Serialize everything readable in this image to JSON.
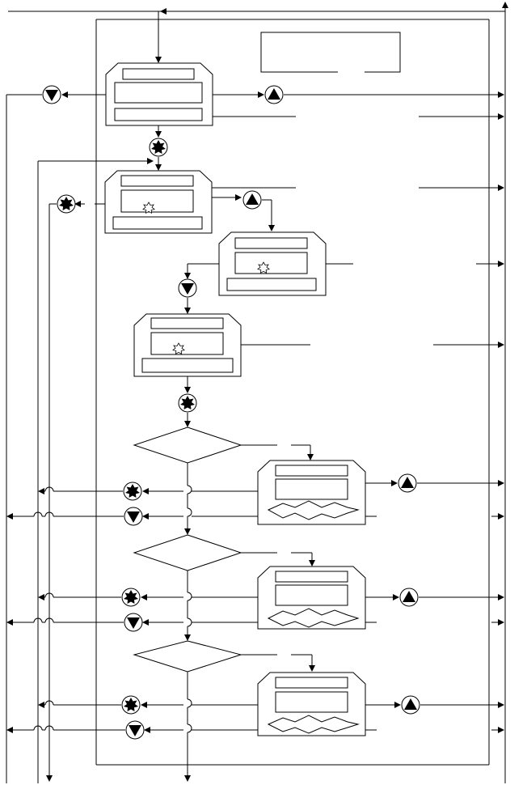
{
  "diagram": {
    "kind": "flowchart",
    "palette": {
      "line": "#000000",
      "background": "#ffffff",
      "symbol_fill": "#000000"
    },
    "legend_box": {
      "text": ""
    },
    "process_blocks": [
      {
        "id": "block-1",
        "shape": "octagon-box",
        "fields": 3
      },
      {
        "id": "block-2",
        "shape": "octagon-box",
        "fields": 3,
        "marker": "small-star-icon"
      },
      {
        "id": "block-3",
        "shape": "octagon-box",
        "fields": 3,
        "marker": "small-star-icon"
      },
      {
        "id": "block-4",
        "shape": "octagon-box",
        "fields": 3,
        "marker": "small-star-icon"
      },
      {
        "id": "block-5",
        "shape": "wavy-box",
        "fields": 2
      },
      {
        "id": "block-6",
        "shape": "wavy-box",
        "fields": 2
      },
      {
        "id": "block-7",
        "shape": "wavy-box",
        "fields": 2
      }
    ],
    "decisions": [
      {
        "id": "decision-1"
      },
      {
        "id": "decision-2"
      },
      {
        "id": "decision-3"
      }
    ],
    "connector_symbols": [
      {
        "type": "down-triangle-icon"
      },
      {
        "type": "up-triangle-icon"
      },
      {
        "type": "star-burst-icon"
      }
    ]
  }
}
